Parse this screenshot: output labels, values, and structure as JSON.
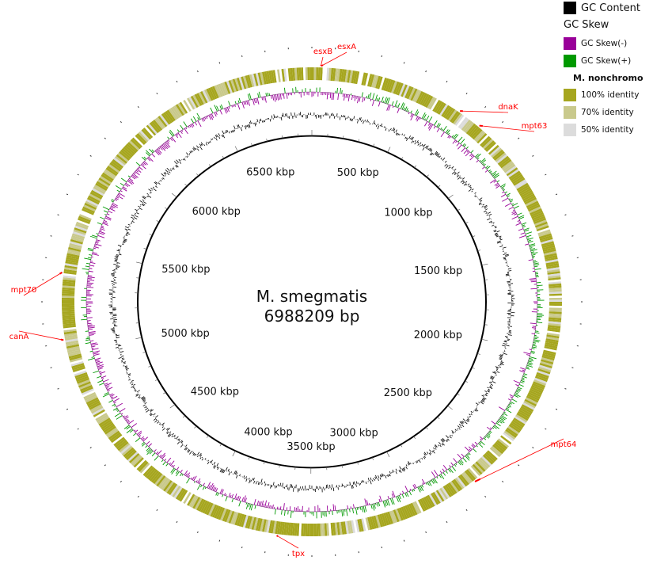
{
  "legend": {
    "gc_content": {
      "label": "GC Content",
      "color": "#000000"
    },
    "gc_skew_title": "GC Skew",
    "gc_skew_neg": {
      "label": "GC Skew(-)",
      "color": "#990099"
    },
    "gc_skew_pos": {
      "label": "GC Skew(+)",
      "color": "#009900"
    },
    "query_title": "M. nonchromo",
    "identity": [
      {
        "label": "100% identity",
        "color": "#a6a61f"
      },
      {
        "label": "70% identity",
        "color": "#c9c98c"
      },
      {
        "label": "50% identity",
        "color": "#dcdcdc"
      }
    ]
  },
  "center": {
    "name": "M. smegmatis",
    "length": "6988209 bp"
  },
  "genome_length_bp": 6988209,
  "scale_labels": [
    {
      "kbp": 500,
      "text": "500 kbp"
    },
    {
      "kbp": 1000,
      "text": "1000 kbp"
    },
    {
      "kbp": 1500,
      "text": "1500 kbp"
    },
    {
      "kbp": 2000,
      "text": "2000 kbp"
    },
    {
      "kbp": 2500,
      "text": "2500 kbp"
    },
    {
      "kbp": 3000,
      "text": "3000 kbp"
    },
    {
      "kbp": 3500,
      "text": "3500 kbp"
    },
    {
      "kbp": 4000,
      "text": "4000 kbp"
    },
    {
      "kbp": 4500,
      "text": "4500 kbp"
    },
    {
      "kbp": 5000,
      "text": "5000 kbp"
    },
    {
      "kbp": 5500,
      "text": "5500 kbp"
    },
    {
      "kbp": 6000,
      "text": "6000 kbp"
    },
    {
      "kbp": 6500,
      "text": "6500 kbp"
    }
  ],
  "genes": [
    {
      "name": "esxB",
      "kbp": 40
    },
    {
      "name": "esxA",
      "kbp": 42
    },
    {
      "name": "dnaK",
      "kbp": 700
    },
    {
      "name": "mpt63",
      "kbp": 810
    },
    {
      "name": "mpt64",
      "kbp": 2710
    },
    {
      "name": "tpx",
      "kbp": 3650
    },
    {
      "name": "canA",
      "kbp": 5060
    },
    {
      "name": "mpt70",
      "kbp": 5380
    }
  ],
  "annotation_color": "#ff0000"
}
